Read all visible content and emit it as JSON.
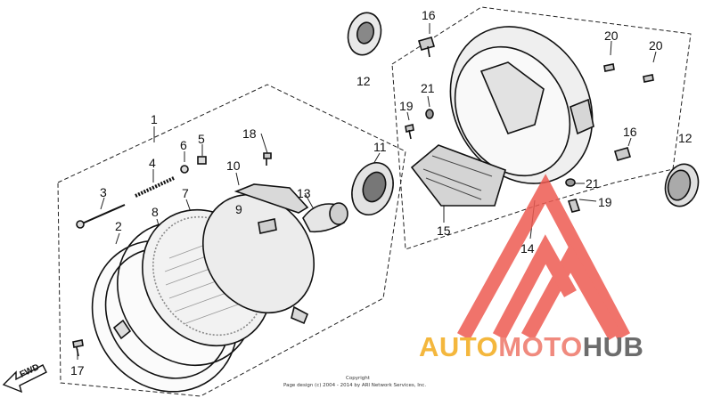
{
  "diagram": {
    "callouts": {
      "c1": "1",
      "c2": "2",
      "c3": "3",
      "c4": "4",
      "c5": "5",
      "c6": "6",
      "c7": "7",
      "c8": "8",
      "c9": "9",
      "c10": "10",
      "c11": "11",
      "c12a": "12",
      "c12b": "12",
      "c13": "13",
      "c14": "14",
      "c15": "15",
      "c16a": "16",
      "c16b": "16",
      "c17": "17",
      "c18": "18",
      "c19a": "19",
      "c19b": "19",
      "c20a": "20",
      "c20b": "20",
      "c21a": "21",
      "c21b": "21"
    },
    "fwd_label": "FWD",
    "copyright_line1": "Copyright",
    "copyright_line2": "Page design (c) 2004 - 2014 by ARI Network Services, Inc."
  },
  "watermark": {
    "part1": "AUTO",
    "part2": "MOTO",
    "part3": "HUB",
    "colors": {
      "auto": "#f4b73d",
      "moto": "#f08a7e",
      "hub": "#6c6c6c",
      "triangle": "#ee5b52"
    }
  }
}
